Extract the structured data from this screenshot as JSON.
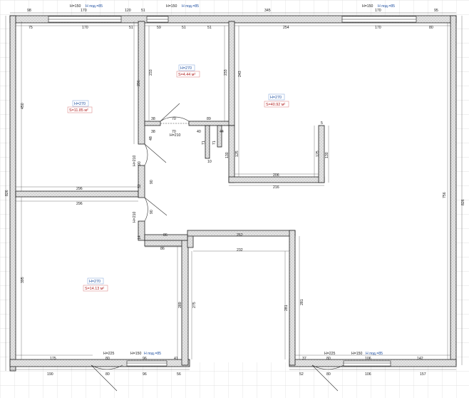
{
  "rooms": [
    {
      "height": "H=270",
      "area": "S=11.85 м²"
    },
    {
      "height": "H=270",
      "area": "S=4.44 м²"
    },
    {
      "height": "H=270",
      "area": "S=40.92 м²"
    },
    {
      "height": "H=270",
      "area": "S=14.13 м²"
    }
  ],
  "window_labels": [
    {
      "h": "H=150",
      "sill": "H под.=85"
    },
    {
      "h": "H=150",
      "sill": "H под.=85"
    },
    {
      "h": "H=150",
      "sill": "H под.=85"
    },
    {
      "h": "H=150",
      "sill": "H под.=85"
    },
    {
      "h": "H=150",
      "sill": "H под.=85"
    }
  ],
  "door_labels": {
    "balcony_left": "H=225",
    "balcony_right": "H=225",
    "hall_door": "H=210",
    "left_door_upper": "H=210",
    "left_door_lower": "H=210"
  },
  "dimensions": {
    "top_outer": [
      "98",
      "170",
      "120",
      "51",
      "345",
      "170",
      "95"
    ],
    "top_inner_left": [
      "75",
      "170",
      "51"
    ],
    "top_inner_mid": [
      "59",
      "51",
      "51"
    ],
    "top_inner_right": [
      "254",
      "170",
      "80"
    ],
    "left_outer": "826",
    "right_outer": "826",
    "right_inner": "756",
    "room1_height": "450",
    "room1_bottom": "296",
    "room4_top": "296",
    "room4_height": "395",
    "room2_left": "233",
    "room2_right": "233",
    "hall_right": "243",
    "v_296": "296",
    "corridor": [
      "38",
      "70",
      "89",
      "38",
      "70",
      "40",
      "44"
    ],
    "door_small": [
      "48",
      "71",
      "71",
      "10",
      "130",
      "125",
      "125",
      "130",
      "5"
    ],
    "alcove": [
      "206",
      "216"
    ],
    "left_door_dims": [
      "90",
      "32",
      "90",
      "90",
      "14"
    ],
    "center_dims": [
      "86",
      "262",
      "86",
      "232",
      "275",
      "289",
      "281",
      "281"
    ],
    "bottom_outer": [
      "190",
      "80",
      "96",
      "56",
      "52",
      "80",
      "106",
      "157"
    ],
    "bottom_inner": [
      "175",
      "80",
      "96",
      "41",
      "37",
      "80",
      "106",
      "142"
    ]
  }
}
